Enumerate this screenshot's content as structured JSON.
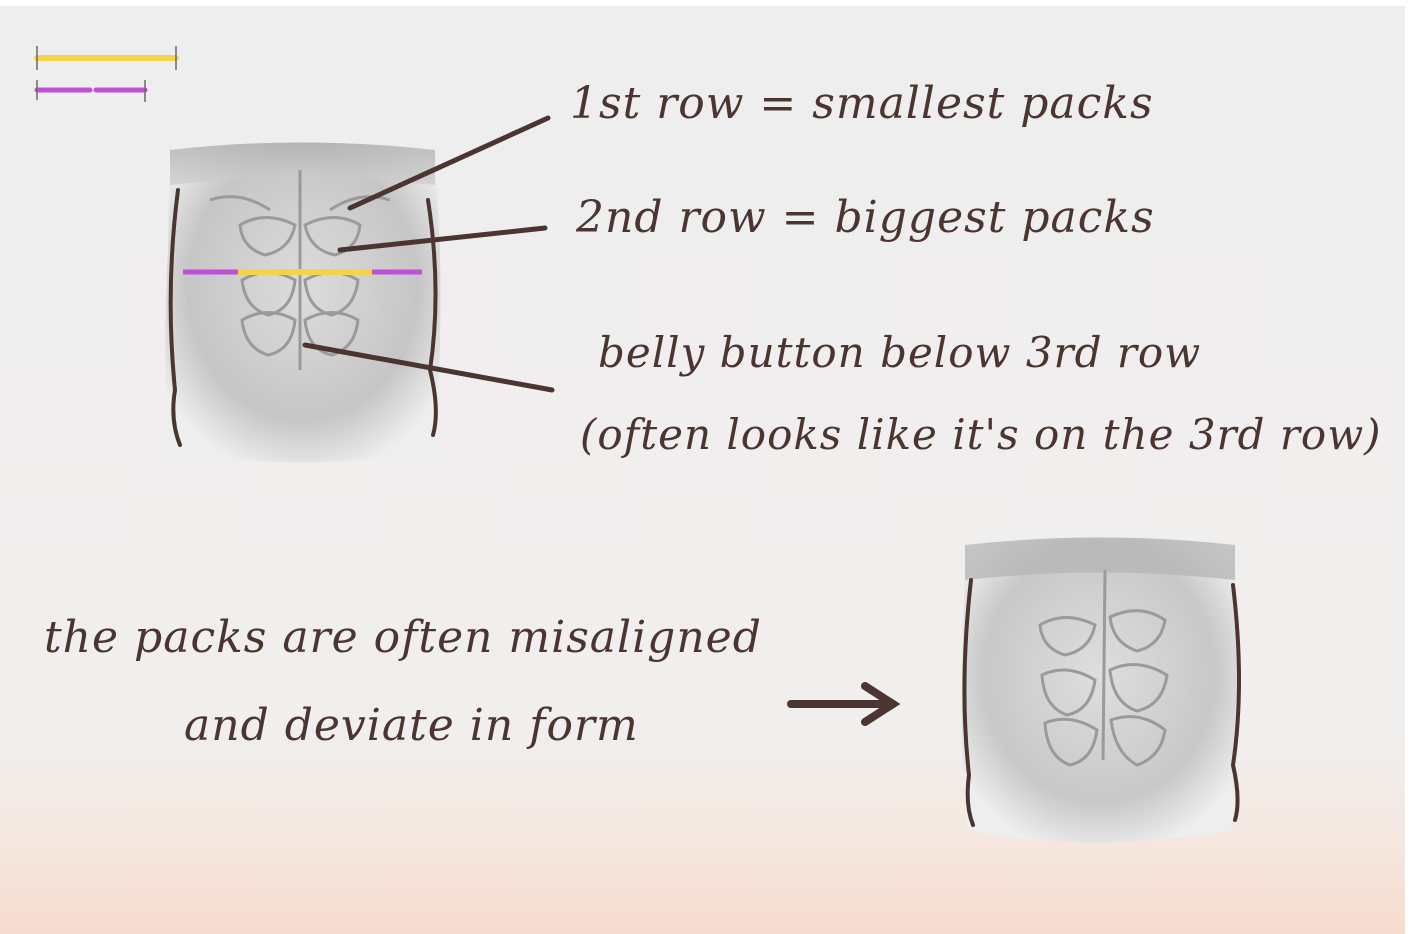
{
  "labels": {
    "first_row": "1st row = smallest packs",
    "second_row": "2nd row = biggest packs",
    "belly_button_line1": "belly button below 3rd row",
    "belly_button_line2": "(often looks like it's on the 3rd row)",
    "misaligned_line1": "the packs are often misaligned",
    "misaligned_line2": "and deviate in form"
  },
  "colors": {
    "background": "#efeeee",
    "background_bottom": "#f6dccf",
    "ink": "#4a3530",
    "yellow_measure": "#f2d34a",
    "purple_measure": "#c14fd6",
    "skin_shade": "#bdbdbd"
  },
  "icons": {
    "arrow": "right-arrow-icon",
    "legend": "measure-legend-icon"
  }
}
